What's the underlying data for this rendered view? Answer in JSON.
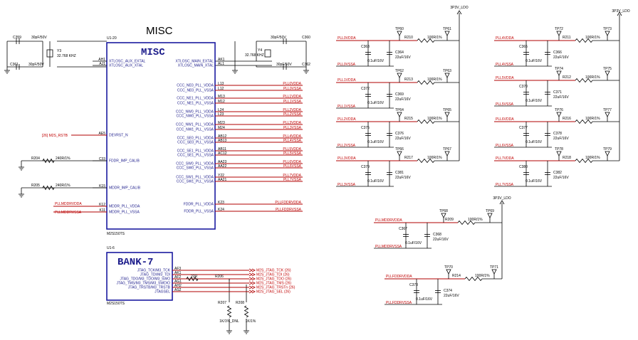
{
  "misc": {
    "title": "MISC",
    "box_label": "MISC",
    "ref": "U1-20",
    "part": "M2S150TS",
    "left_pins": [
      {
        "num": "AH1",
        "name": "XTLOSC_AUX_EXTAL"
      },
      {
        "num": "AJ1",
        "name": "XTLOSC_AUX_XTAL"
      },
      {
        "num": "AE5",
        "name": "DEVRST_N"
      },
      {
        "num": "C33",
        "name": "FDDR_IMP_CALIB"
      },
      {
        "num": "K15",
        "name": "MDDR_IMP_CALIB"
      },
      {
        "num": "K12",
        "name": "MDDR_PLL_VDDA"
      },
      {
        "num": "K11",
        "name": "MDDR_PLL_VSSA"
      }
    ],
    "right_pins": [
      {
        "num": "AK1",
        "name": "XTLOSC_MAIN_EXTAL",
        "net": ""
      },
      {
        "num": "AL1",
        "name": "XTLOSC_MAIN_XTAL",
        "net": ""
      },
      {
        "num": "L13",
        "name": "CCC_NE0_PLL_VDDA",
        "net": "PLL0VDDA"
      },
      {
        "num": "L12",
        "name": "CCC_NE0_PLL_VSSA",
        "net": "PLL0VSSA"
      },
      {
        "num": "M13",
        "name": "CCC_NE1_PLL_VDDA",
        "net": "PLL1VDDA"
      },
      {
        "num": "M12",
        "name": "CCC_NE1_PLL_VSSA",
        "net": "PLL1VSSA"
      },
      {
        "num": "L24",
        "name": "CCC_NW0_PLL_VDDA",
        "net": "PLL2VDDA"
      },
      {
        "num": "L23",
        "name": "CCC_NW0_PLL_VSSA",
        "net": "PLL2VSSA"
      },
      {
        "num": "M23",
        "name": "CCC_NW1_PLL_VDDA",
        "net": "PLL3VDDA"
      },
      {
        "num": "M24",
        "name": "CCC_NW1_PLL_VSSA",
        "net": "PLL3VSSA"
      },
      {
        "num": "AB12",
        "name": "CCC_SE0_PLL_VDDA",
        "net": "PLL4VDDA"
      },
      {
        "num": "AB13",
        "name": "CCC_SE0_PLL_VSSA",
        "net": "PLL4VSSA"
      },
      {
        "num": "AB11",
        "name": "CCC_SE1_PLL_VDDA",
        "net": "PLL5VDDA"
      },
      {
        "num": "AC12",
        "name": "CCC_SE1_PLL_VSSA",
        "net": "PLL5VSSA"
      },
      {
        "num": "AA23",
        "name": "CCC_SW0_PLL_VDDA",
        "net": "PLL6VDDA"
      },
      {
        "num": "AA22",
        "name": "CCC_SW0_PLL_VSSA",
        "net": "PLL6VSSA"
      },
      {
        "num": "Y22",
        "name": "CCC_SW1_PLL_VDDA",
        "net": "PLL7VDDA"
      },
      {
        "num": "AA21",
        "name": "CCC_SW1_PLL_VSSA",
        "net": "PLL7VSSA"
      },
      {
        "num": "K23",
        "name": "FDDR_PLL_VDDA",
        "net": "PLLFDDRVDDA"
      },
      {
        "num": "K24",
        "name": "FDDR_PLL_VSSA",
        "net": "PLLFDDRVSSA"
      }
    ],
    "c359": "C359",
    "c359_val": "30pF/50V",
    "c361": "C361",
    "c361_val": "30pF/50V",
    "y3": "Y3",
    "y3_val": "32.768 KHZ",
    "y4": "Y4",
    "y4_val": "32.768 KHZ",
    "c360": "C360",
    "c360_val": "30pF/50V",
    "c362": "C362",
    "c362_val": "30pF/50V",
    "devrst_net": "[26]  M2S_RSTB",
    "r204": "R204",
    "r204_val": "240R/1%",
    "r205": "R205",
    "r205_val": "240R/1%",
    "mddr_vdda_net": "PLLMDDRVDDA",
    "mddr_vssa_net": "PLLMDDRVSSA"
  },
  "bank7": {
    "box_label": "BANK-7",
    "ref": "U1-6",
    "part": "M2S150TS",
    "pins": [
      {
        "num": "AF3",
        "name": "JTAG_TCK/M3_TCK",
        "net": "M2S_JTAG_TCK  (26)"
      },
      {
        "num": "AK1",
        "name": "JTAG_TDI/M3_TDI",
        "net": "M2S_JTAG_TDI  (26)"
      },
      {
        "num": "AF2",
        "name": "JTAG_TDO/M3_TDO/M3_SWO",
        "net": "M2S_JTAG_TDO  (26)"
      },
      {
        "num": "AG1",
        "name": "JTAG_TMS/M3_TMS/M3_SWDIO",
        "net": "M2S_JTAG_TMS  (26)"
      },
      {
        "num": "AH2",
        "name": "JTAG_TRSTB/M3_TRSTB",
        "net": "M2S_JTAG_TRSTn  (26)"
      },
      {
        "num": "AS2",
        "name": "JTAGSEL",
        "net": "M2S_JTAG_SEL  (26)"
      }
    ],
    "r206": "R206",
    "r206_val": "22R",
    "r207": "R207",
    "r207_val": "1K/1%_DNL",
    "r208": "R208",
    "r208_val": "1K/1%"
  },
  "ldo": "3P3V_LDO",
  "pll_filters": [
    {
      "vdda": "PLL0VDDA",
      "vssa": "PLL0VSSA",
      "tp1": "TP60",
      "tp2": "TP61",
      "r": "R210",
      "rv": "100R/1%",
      "c1": "C363",
      "c1v": "0.1uF/16V",
      "c2": "C364",
      "c2v": "22uF/16V"
    },
    {
      "vdda": "PLL1VDDA",
      "vssa": "PLL1VSSA",
      "tp1": "TP62",
      "tp2": "TP63",
      "r": "R213",
      "rv": "100R/1%",
      "c1": "C372",
      "c1v": "0.1uF/16V",
      "c2": "C369",
      "c2v": "22uF/16V"
    },
    {
      "vdda": "PLL2VDDA",
      "vssa": "PLL2VSSA",
      "tp1": "TP64",
      "tp2": "TP65",
      "r": "R215",
      "rv": "100R/1%",
      "c1": "C375",
      "c1v": "0.1uF/16V",
      "c2": "C376",
      "c2v": "22uF/16V"
    },
    {
      "vdda": "PLL3VDDA",
      "vssa": "PLL3VSSA",
      "tp1": "TP66",
      "tp2": "TP67",
      "r": "R217",
      "rv": "100R/1%",
      "c1": "C379",
      "c1v": "0.1uF/16V",
      "c2": "C381",
      "c2v": "22uF/16V"
    },
    {
      "vdda": "PLL4VDDA",
      "vssa": "PLL4VSSA",
      "tp1": "TP72",
      "tp2": "TP73",
      "r": "R211",
      "rv": "100R/1%",
      "c1": "C365",
      "c1v": "0.1uF/16V",
      "c2": "C366",
      "c2v": "22uF/16V"
    },
    {
      "vdda": "PLL5VDDA",
      "vssa": "PLL5VSSA",
      "tp1": "TP74",
      "tp2": "TP75",
      "r": "R212",
      "rv": "100R/1%",
      "c1": "C370",
      "c1v": "0.1uF/16V",
      "c2": "C371",
      "c2v": "22uF/16V"
    },
    {
      "vdda": "PLL6VDDA",
      "vssa": "PLL6VSSA",
      "tp1": "TP76",
      "tp2": "TP77",
      "r": "R216",
      "rv": "100R/1%",
      "c1": "C377",
      "c1v": "0.1uF/16V",
      "c2": "C378",
      "c2v": "22uF/16V"
    },
    {
      "vdda": "PLL7VDDA",
      "vssa": "PLL7VSSA",
      "tp1": "TP78",
      "tp2": "TP79",
      "r": "R218",
      "rv": "100R/1%",
      "c1": "C380",
      "c1v": "0.1uF/16V",
      "c2": "C382",
      "c2v": "22uF/16V"
    },
    {
      "vdda": "PLLMDDRVDDA",
      "vssa": "PLLMDDRVSSA",
      "tp1": "TP68",
      "tp2": "TP69",
      "r": "R209",
      "rv": "100R/1%",
      "c1": "C367",
      "c1v": "0.1uF/16V",
      "c2": "C368",
      "c2v": "22uF/16V"
    },
    {
      "vdda": "PLLFDDRVDDA",
      "vssa": "PLLFDDRVSSA",
      "tp1": "TP70",
      "tp2": "TP71",
      "r": "R214",
      "rv": "100R/1%",
      "c1": "C373",
      "c1v": "0.1uF/16V",
      "c2": "C374",
      "c2v": "22uF/16V"
    }
  ]
}
